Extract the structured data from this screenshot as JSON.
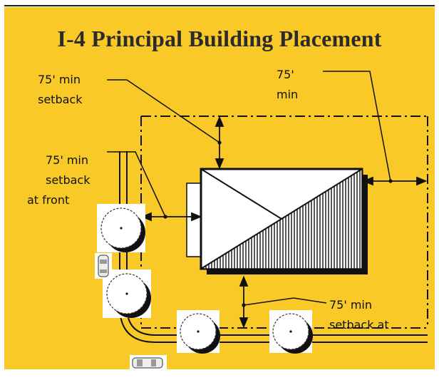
{
  "title": "I-4 Principal Building Placement",
  "labels": {
    "rear_min": "75' min setback",
    "rear_min_line1": "75' min",
    "rear_min_line2": "setback",
    "side_min_line1": "75'",
    "side_min_line2": "min",
    "front_line1": "75' min",
    "front_line2": "setback",
    "front_line3": "at front",
    "bottom_line1": "75' min",
    "bottom_line2": "setback at"
  },
  "colors": {
    "background": "#f9c928",
    "frame": "#ffffff",
    "title": "#2b2b2b",
    "line": "#000000",
    "building": "#ffffff"
  }
}
